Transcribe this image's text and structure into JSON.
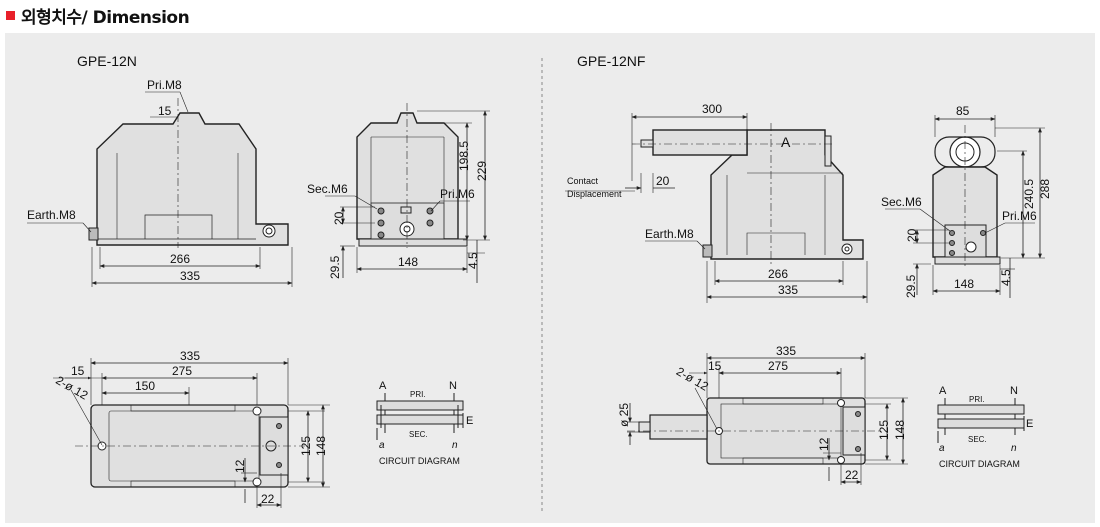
{
  "header": {
    "title": "외형치수/ Dimension"
  },
  "left": {
    "model": "GPE-12N",
    "front": {
      "pri": "Pri.M8",
      "dim15": "15",
      "earth": "Earth.M8",
      "w266": "266",
      "w335": "335"
    },
    "side": {
      "sec": "Sec.M6",
      "pri": "Pri.M6",
      "d198": "198.5",
      "d229": "229",
      "d20": "20",
      "d29": "29.5",
      "d148": "148",
      "d4": "4.5"
    },
    "top": {
      "d335": "335",
      "d275": "275",
      "d150": "150",
      "d15": "15",
      "hole": "2-ø 12",
      "d125": "125",
      "d148": "148",
      "d12": "12",
      "d22": "22"
    },
    "circuit": {
      "a_upper": "A",
      "n_upper": "N",
      "pri": "PRI.",
      "sec": "SEC.",
      "a_lower": "a",
      "n_lower": "n",
      "e": "E",
      "caption": "CIRCUIT DIAGRAM"
    }
  },
  "right": {
    "model": "GPE-12NF",
    "front": {
      "d300": "300",
      "a": "A",
      "contact1": "Contact",
      "contact2": "Displacement",
      "d20": "20",
      "earth": "Earth.M8",
      "w266": "266",
      "w335": "335"
    },
    "side": {
      "d85": "85",
      "sec": "Sec.M6",
      "pri": "Pri.M6",
      "d240": "240.5",
      "d288": "288",
      "d20": "20",
      "d29": "29.5",
      "d148": "148",
      "d4": "4.5"
    },
    "top": {
      "d335": "335",
      "d275": "275",
      "d15": "15",
      "hole": "2-ø 12",
      "d25": "ø 25",
      "d125": "125",
      "d148": "148",
      "d12": "12",
      "d22": "22"
    },
    "circuit": {
      "a_upper": "A",
      "n_upper": "N",
      "pri": "PRI.",
      "sec": "SEC.",
      "a_lower": "a",
      "n_lower": "n",
      "e": "E",
      "caption": "CIRCUIT DIAGRAM"
    }
  },
  "colors": {
    "accent": "#e8202a",
    "panel": "#ececec",
    "body_fill": "#e0e0e0",
    "line": "#222222"
  }
}
